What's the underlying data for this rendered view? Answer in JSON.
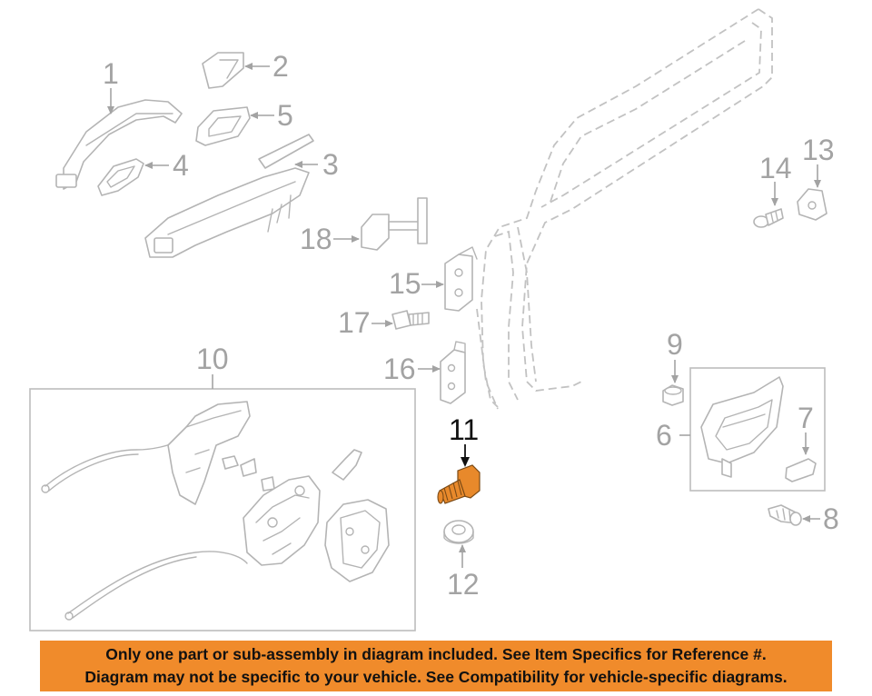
{
  "callouts": {
    "c1": "1",
    "c2": "2",
    "c3": "3",
    "c4": "4",
    "c5": "5",
    "c6": "6",
    "c7": "7",
    "c8": "8",
    "c9": "9",
    "c10": "10",
    "c11": "11",
    "c12": "12",
    "c13": "13",
    "c14": "14",
    "c15": "15",
    "c16": "16",
    "c17": "17",
    "c18": "18"
  },
  "highlighted_part": "11",
  "colors": {
    "highlight_part": "#e8892b",
    "banner_background": "#f08b2b",
    "line_art": "#b4b4b4"
  },
  "banner": {
    "line1": "Only one part or sub-assembly in diagram included. See Item Specifics for Reference #.",
    "line2": "Diagram may not be specific to your vehicle. See Compatibility for vehicle-specific diagrams."
  }
}
